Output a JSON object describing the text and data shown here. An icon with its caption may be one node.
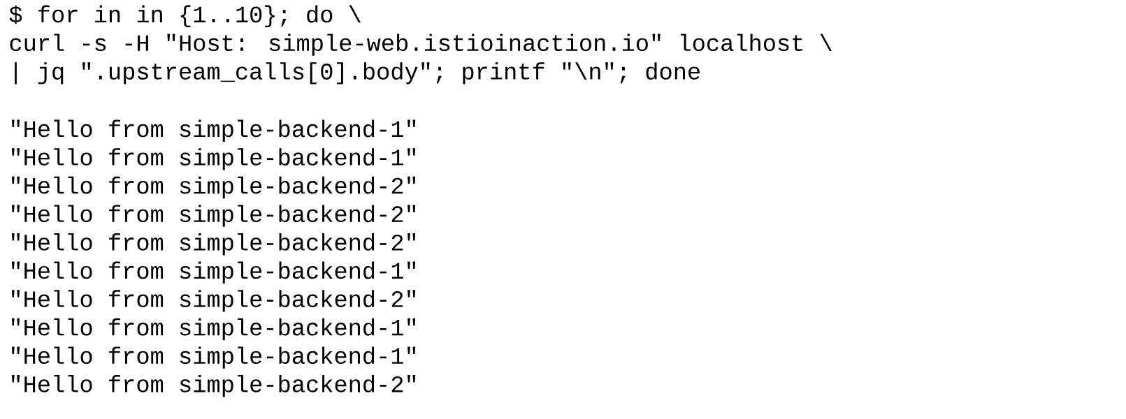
{
  "diagram": {
    "labels": [
      "$  for in in {1..10}; do \\",
      "curl -s -H \"Host: simple-web.istioinaction.io\" localhost \\",
      "| jq \".upstream_calls[0].body\"; printf \"\\n\"; done",
      "\"Hello from simple-backend-1\"",
      "\"Hello from simple-backend-1\"",
      "\"Hello from simple-backend-2\"",
      "\"Hello from simple-backend-2\"",
      "\"Hello from simple-backend-2\"",
      "\"Hello from simple-backend-1\"",
      "\"Hello from simple-backend-2\"",
      "\"Hello from simple-backend-1\"",
      "\"Hello from simple-backend-1\"",
      "\"Hello from simple-backend-2\""
    ]
  }
}
